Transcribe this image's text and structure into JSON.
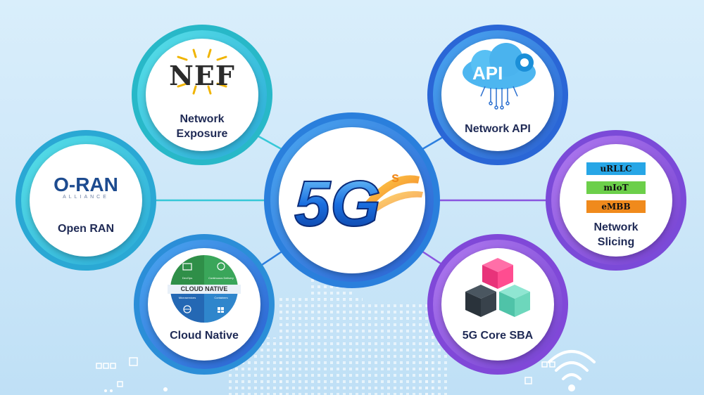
{
  "center": {
    "logo_text": "5G"
  },
  "nodes": {
    "nef": {
      "logo": "NEF",
      "label_l1": "Network",
      "label_l2": "Exposure"
    },
    "oran": {
      "logo_main": "O-RAN",
      "logo_sub": "ALLIANCE",
      "label": "Open RAN"
    },
    "cloud": {
      "band": "CLOUD NATIVE",
      "q1": "DevOps",
      "q2": "Continuous Delivery",
      "q3": "Microservices",
      "q4": "Containers",
      "label": "Cloud Native"
    },
    "api": {
      "logo": "API",
      "label": "Network API"
    },
    "slicing": {
      "slices": [
        "uRLLC",
        "mIoT",
        "eMBB"
      ],
      "label_l1": "Network",
      "label_l2": "Slicing"
    },
    "core": {
      "label": "5G Core SBA"
    }
  },
  "colors": {
    "cyan": "#36c8d8",
    "blue": "#2d7fdf",
    "purple": "#8a55e0",
    "urllc": "#27a6e6",
    "miot": "#6ccf4a",
    "embb": "#f08a1c"
  }
}
